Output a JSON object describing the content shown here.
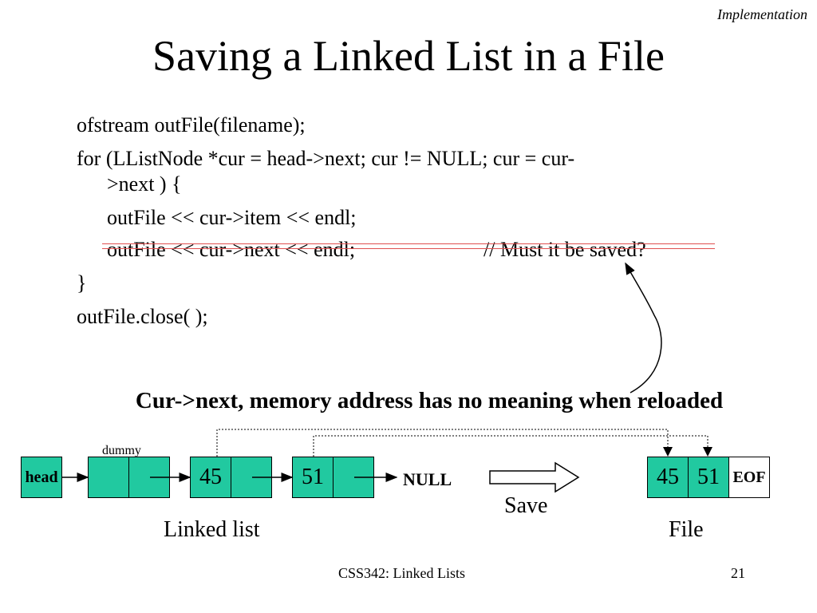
{
  "slide": {
    "section_label": "Implementation",
    "title": "Saving a Linked List in a File",
    "code_lines": [
      "ofstream outFile(filename);",
      "for (LListNode *cur = head->next; cur != NULL; cur = cur-",
      ">next ) {",
      "outFile << cur->item << endl;",
      "outFile << cur->next << endl;",
      "// Must it be saved?",
      "}",
      "outFile.close( );"
    ],
    "note": "Cur->next, memory address has no meaning when reloaded",
    "footer_left": "CSS342: Linked Lists",
    "page_number": "21"
  },
  "diagram": {
    "head_label": "head",
    "dummy_label": "dummy",
    "node_values": [
      "45",
      "51"
    ],
    "null_label": "NULL",
    "save_label": "Save",
    "linked_list_caption": "Linked list",
    "file_values": [
      "45",
      "51"
    ],
    "eof_label": "EOF",
    "file_caption": "File",
    "colors": {
      "node_fill": "#21c9a0",
      "strike": "#e05050"
    }
  }
}
